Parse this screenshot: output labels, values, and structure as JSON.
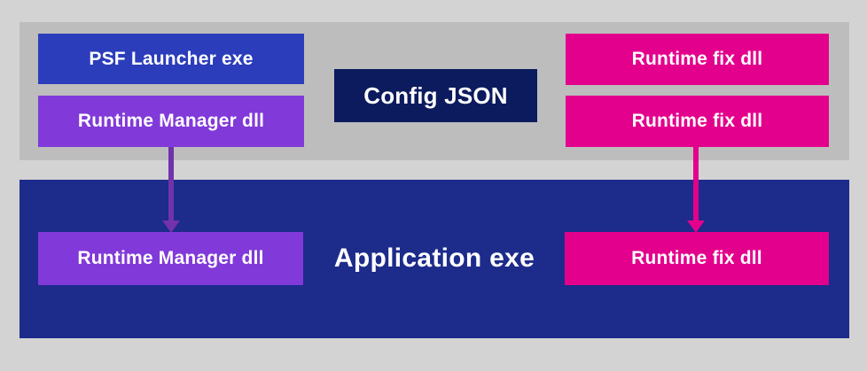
{
  "colors": {
    "page_bg": "#d3d3d3",
    "package_band_bg": "#bdbdbd",
    "application_band_bg": "#1d2b8a",
    "launcher_blue": "#2b3dbb",
    "manager_purple": "#8139d9",
    "config_navy": "#0c1b5e",
    "fix_magenta": "#e3008c",
    "arrow_purple": "#7132aa",
    "arrow_magenta": "#e3008c"
  },
  "package_band": {
    "launcher_label": "PSF Launcher exe",
    "runtime_manager_label": "Runtime Manager dll",
    "config_label": "Config JSON",
    "runtime_fix_1_label": "Runtime fix dll",
    "runtime_fix_2_label": "Runtime fix dll"
  },
  "application_band": {
    "title": "Application exe",
    "runtime_manager_label": "Runtime Manager dll",
    "runtime_fix_label": "Runtime fix dll"
  }
}
